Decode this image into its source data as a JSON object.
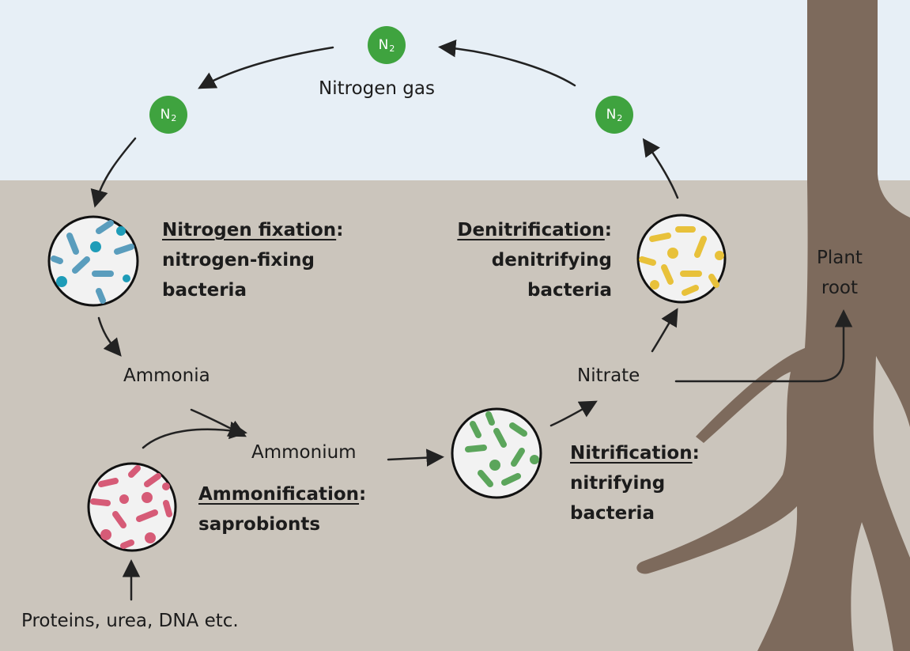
{
  "gas_label": "Nitrogen gas",
  "n2_badge": {
    "symbol": "N",
    "subscript": "2"
  },
  "plant_root": {
    "line1": "Plant",
    "line2": "root"
  },
  "substances": {
    "ammonia": "Ammonia",
    "ammonium": "Ammonium",
    "nitrate": "Nitrate",
    "source": "Proteins, urea, DNA etc."
  },
  "processes": {
    "fixation": {
      "title": "Nitrogen fixation",
      "colon": ":",
      "line1": "nitrogen-fixing",
      "line2": "bacteria"
    },
    "denitrification": {
      "title": "Denitrification",
      "colon": ":",
      "line1": "denitrifying",
      "line2": "bacteria"
    },
    "nitrification": {
      "title": "Nitrification",
      "colon": ":",
      "line1": "nitrifying",
      "line2": "bacteria"
    },
    "ammonification": {
      "title": "Ammonification",
      "colon": ":",
      "line1": "saprobionts"
    }
  },
  "colors": {
    "sky": "#e7eff6",
    "soil": "#cbc5bc",
    "root": "#7d6a5c",
    "n2_badge": "#3fa33f",
    "fixing_bacteria": "#5a9dbd",
    "denitrifying_bacteria": "#e8c13a",
    "nitrifying_bacteria": "#5ba55b",
    "saprobionts": "#d65b77"
  }
}
